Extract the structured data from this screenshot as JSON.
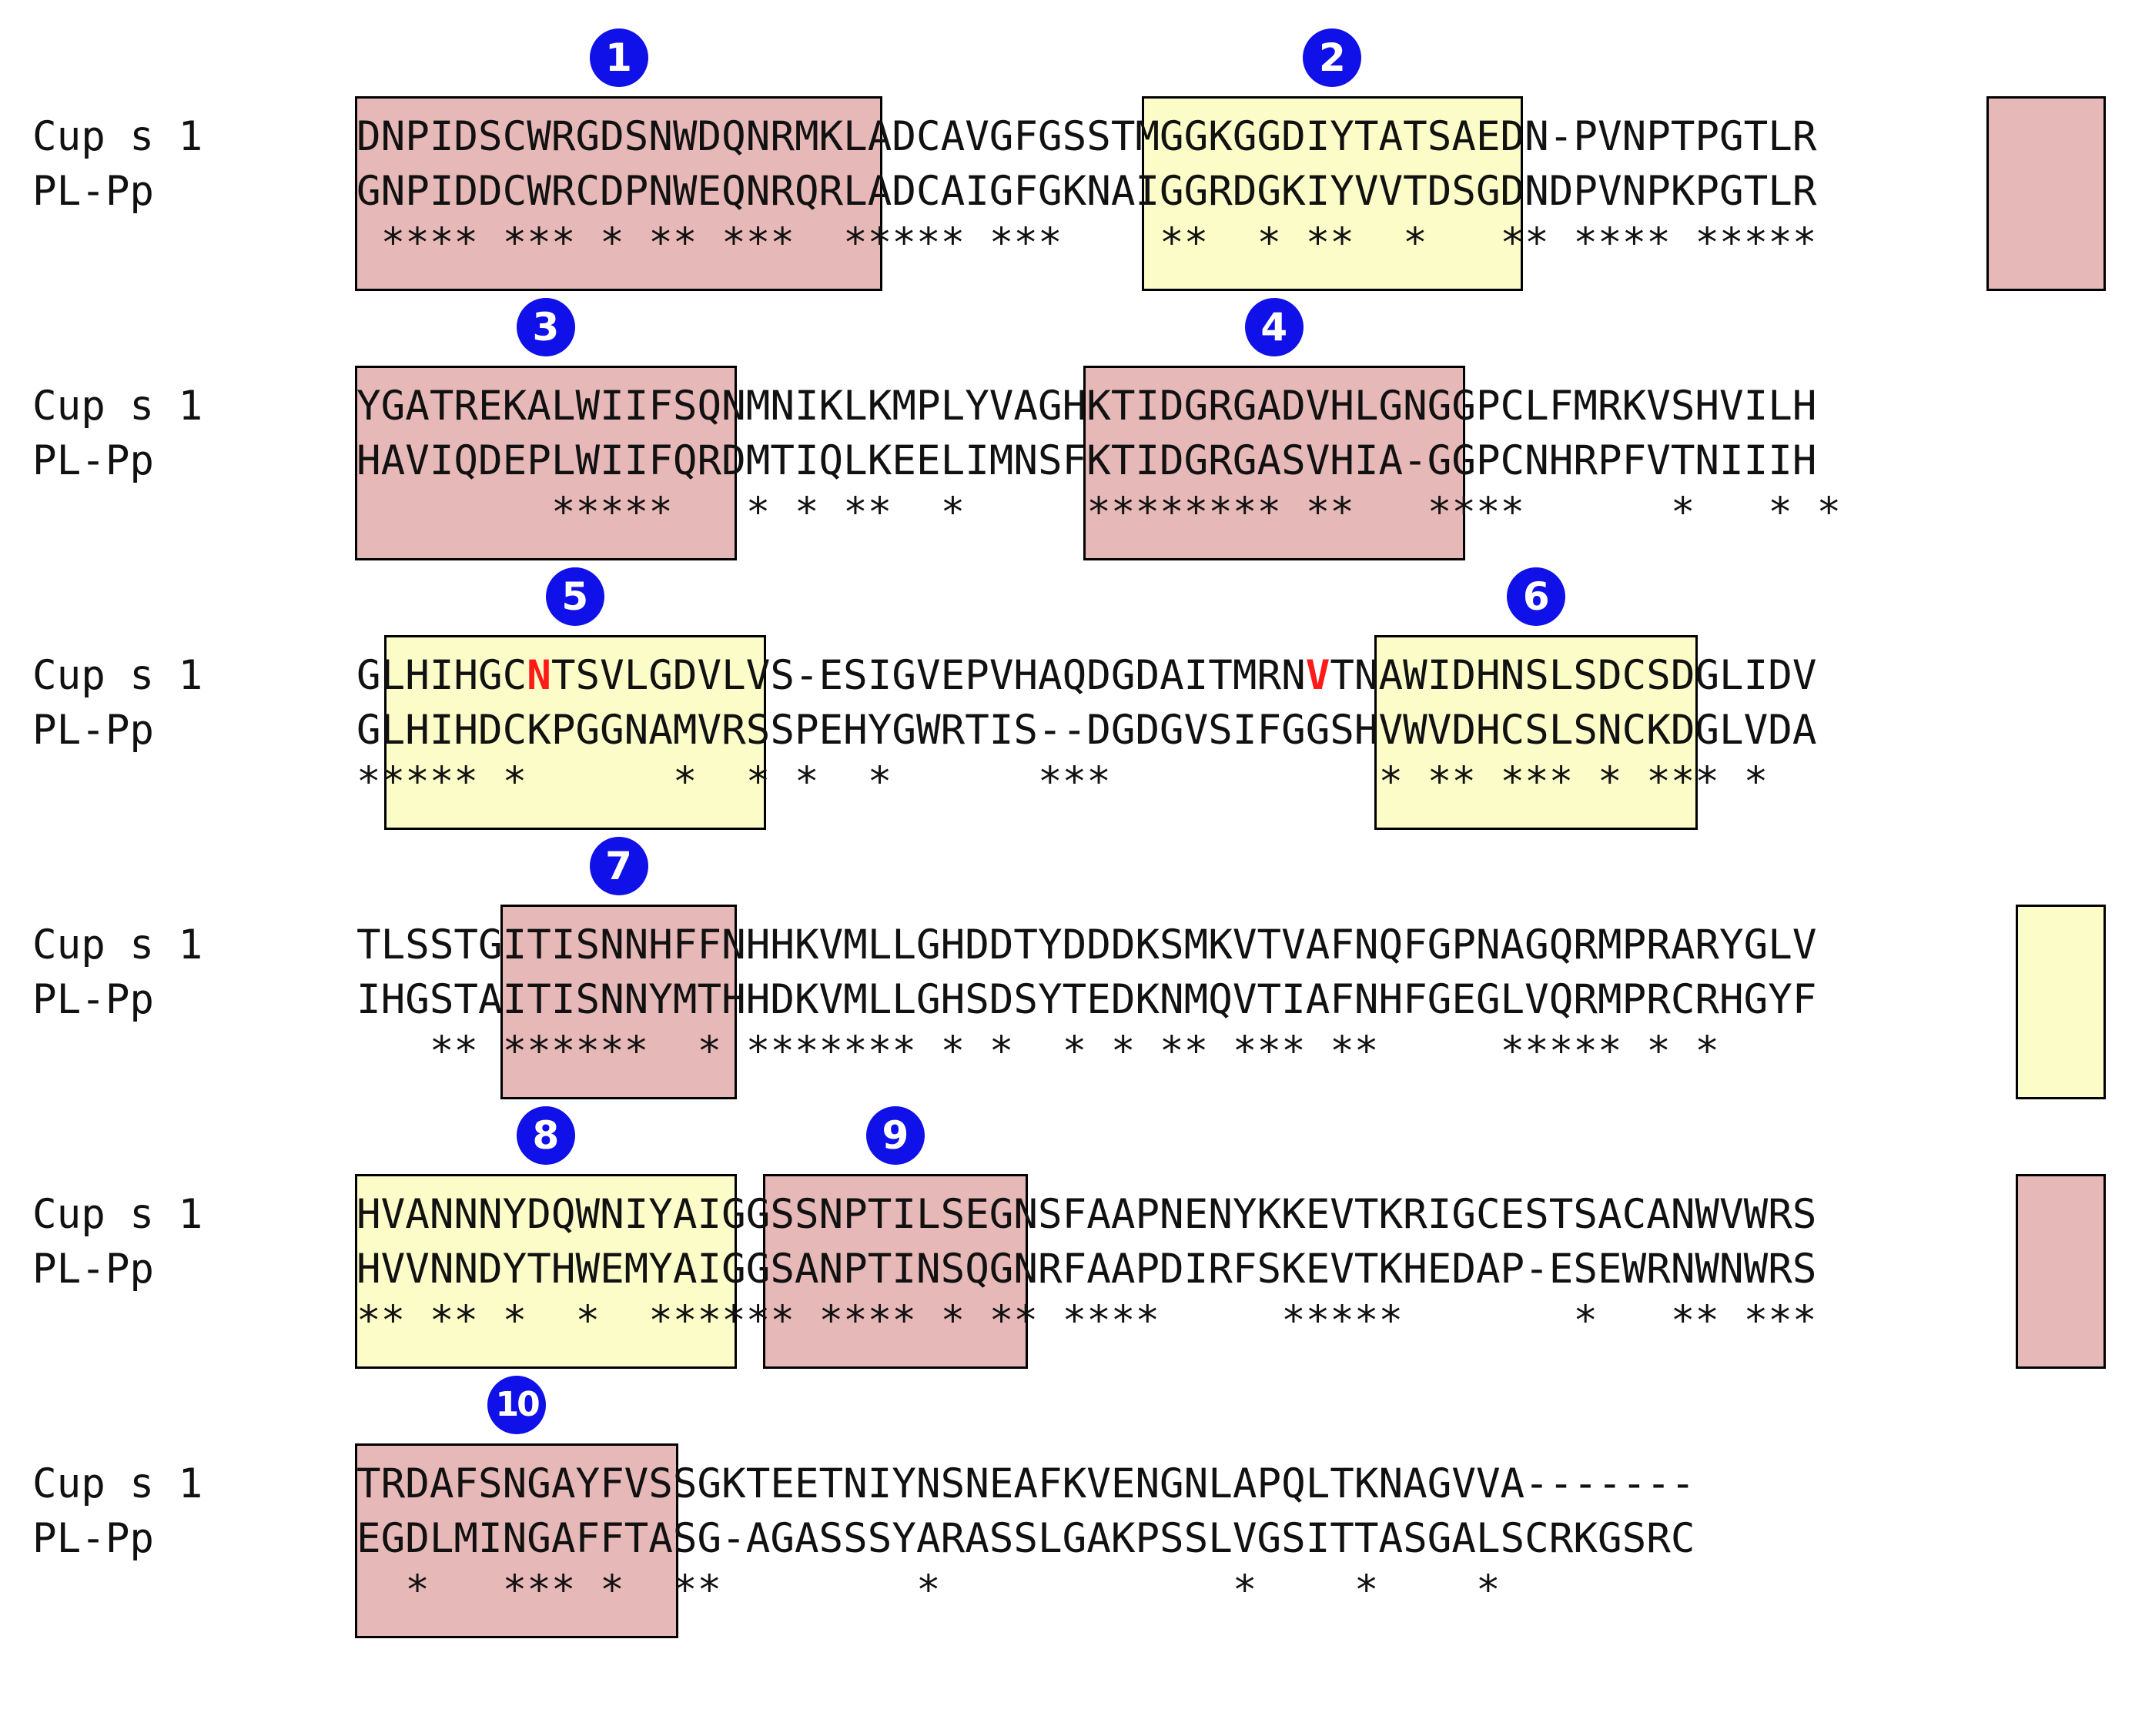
{
  "labels": {
    "seq1": "Cup s 1",
    "seq2": "PL-Pp"
  },
  "colors": {
    "pink": "#e6b8b7",
    "yellow": "#fbfcc8",
    "badge": "#1010e8",
    "highlight": "#ff1a1a"
  },
  "blocks": [
    {
      "seq1": "DNPIDSCWRGDSNWDQNRMKLADCAVGFGSSTMGGKGGDIYTATSAEDN-PVNPTPGTLR",
      "seq2": "GNPIDDCWRCDPNWEQNRQRLADCAIGFGKNAIGGRDGKIYVVTDSGDNDPVNPKPGTLR",
      "cons": " **** *** * ** ***  ***** ***    **  * **  *   ** **** *****",
      "regions": [
        {
          "number": "1",
          "color": "pink"
        },
        {
          "number": "2",
          "color": "yellow"
        },
        {
          "number": "",
          "color": "pink"
        }
      ]
    },
    {
      "seq1": "YGATREKALWIIFSQNMNIKLKMPLYVAGHKTIDGRGADVHLGNGGPCLFMRKVSHVILH",
      "seq2": "HAVIQDEPLWIIFQRDMTIQLKEELIMNSFKTIDGRGASVHIA-GGPCNHRPFVTNIIIH",
      "cons": "        *****   * * **  *     ******** **   ****      *   * *",
      "regions": [
        {
          "number": "3",
          "color": "pink"
        },
        {
          "number": "4",
          "color": "pink"
        }
      ]
    },
    {
      "seq1": "GLHIHGCNTSVLGDVLVS-ESIGVEPVHAQDGDAITMRNVTNAWIDHNSLSDCSDGLIDV",
      "seq2": "GLHIHDCKPGGNAMVRSSPEHYGWRTIS--DGDGVSIFGGSHVWVDHCSLSNCKDGLVDA",
      "cons": "***** *      *  * *  *      ***           * ** *** * *** *",
      "regions": [
        {
          "number": "5",
          "color": "yellow"
        },
        {
          "number": "6",
          "color": "yellow"
        }
      ]
    },
    {
      "seq1": "TLSSTGITISNNHFFNHHKVMLLGHDDTYDDDKSMKVTVAFNQFGPNAGQRMPRARYGLV",
      "seq2": "IHGSTAITISNNYMTHHDKVMLLGHSDSYTEDKNMQVTIAFNHFGEGLVQRMPRCRHGYF",
      "cons": "   ** ******  * ******* * *  * * ** *** **     ***** * *",
      "regions": [
        {
          "number": "7",
          "color": "pink"
        },
        {
          "number": "",
          "color": "yellow"
        }
      ]
    },
    {
      "seq1": "HVANNNYDQWNIYAIGGSSNPTILSEGNSFAAPNENYKKEVTKRIGCESTSACANWVWRS",
      "seq2": "HVVNNDYTHWEMYAIGGSANPTINSQGNRFAAPDIRFSKEVTKHEDAP-ESEWRNWNWRS",
      "cons": "** ** *  *  ****** **** * ** ****     *****       *   ** ***",
      "regions": [
        {
          "number": "8",
          "color": "yellow"
        },
        {
          "number": "9",
          "color": "pink"
        },
        {
          "number": "",
          "color": "pink"
        }
      ]
    },
    {
      "seq1": "TRDAFSNGAYFVSSGKTEETNIYNSNEAFKVENGNLAPQLTKNAGVVA-------",
      "seq2": "EGDLMINGAFFTASG-AGASSSYARASSLGAKPSSLVGSITTASGALSCRKGSRC",
      "cons": "  *   *** *  **        *            *    *    *",
      "regions": [
        {
          "number": "10",
          "color": "pink"
        }
      ]
    }
  ]
}
